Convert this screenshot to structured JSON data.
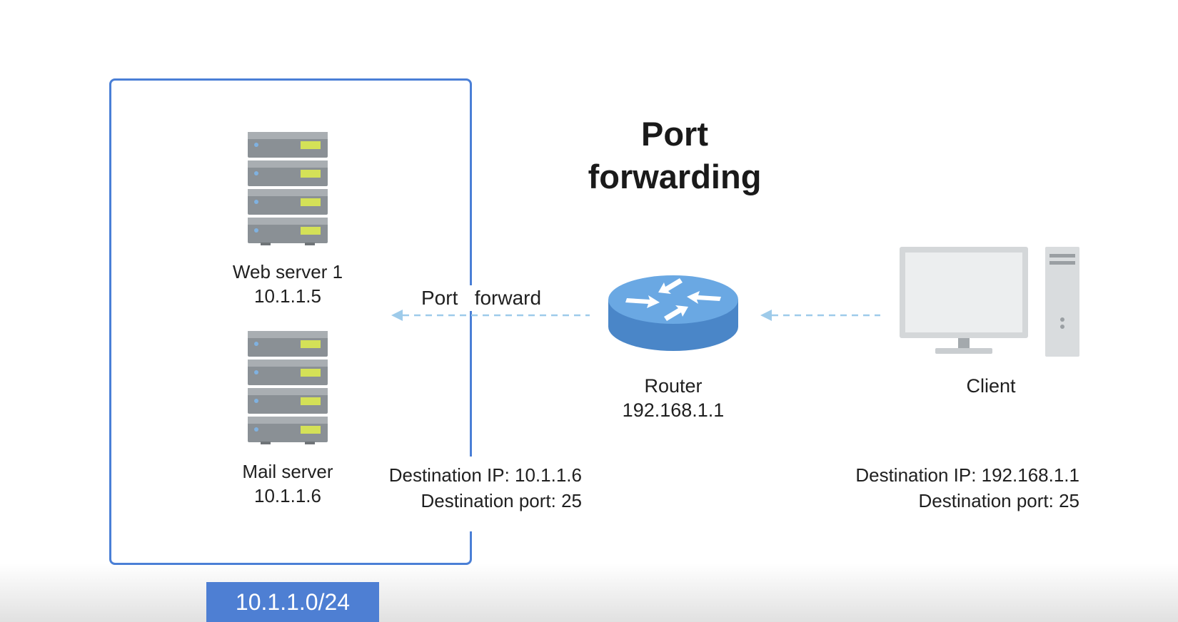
{
  "title_line1": "Port",
  "title_line2": "forwarding",
  "subnet": {
    "label": "10.1.1.0/24"
  },
  "web_server": {
    "name": "Web server 1",
    "ip": "10.1.1.5"
  },
  "mail_server": {
    "name": "Mail server",
    "ip": "10.1.1.6"
  },
  "router": {
    "name": "Router",
    "ip": "192.168.1.1"
  },
  "client": {
    "name": "Client"
  },
  "arrow_label": "Port   forward",
  "forwarded_packet": {
    "dest_ip": "Destination IP: 10.1.1.6",
    "dest_port": "Destination port: 25"
  },
  "client_packet": {
    "dest_ip": "Destination IP: 192.168.1.1",
    "dest_port": "Destination port: 25"
  },
  "colors": {
    "subnet_border": "#4a7fd6",
    "subnet_tag": "#4e7fd3",
    "arrow": "#9ecbea",
    "router": "#5b9bd9",
    "server_led": "#d4e157"
  }
}
